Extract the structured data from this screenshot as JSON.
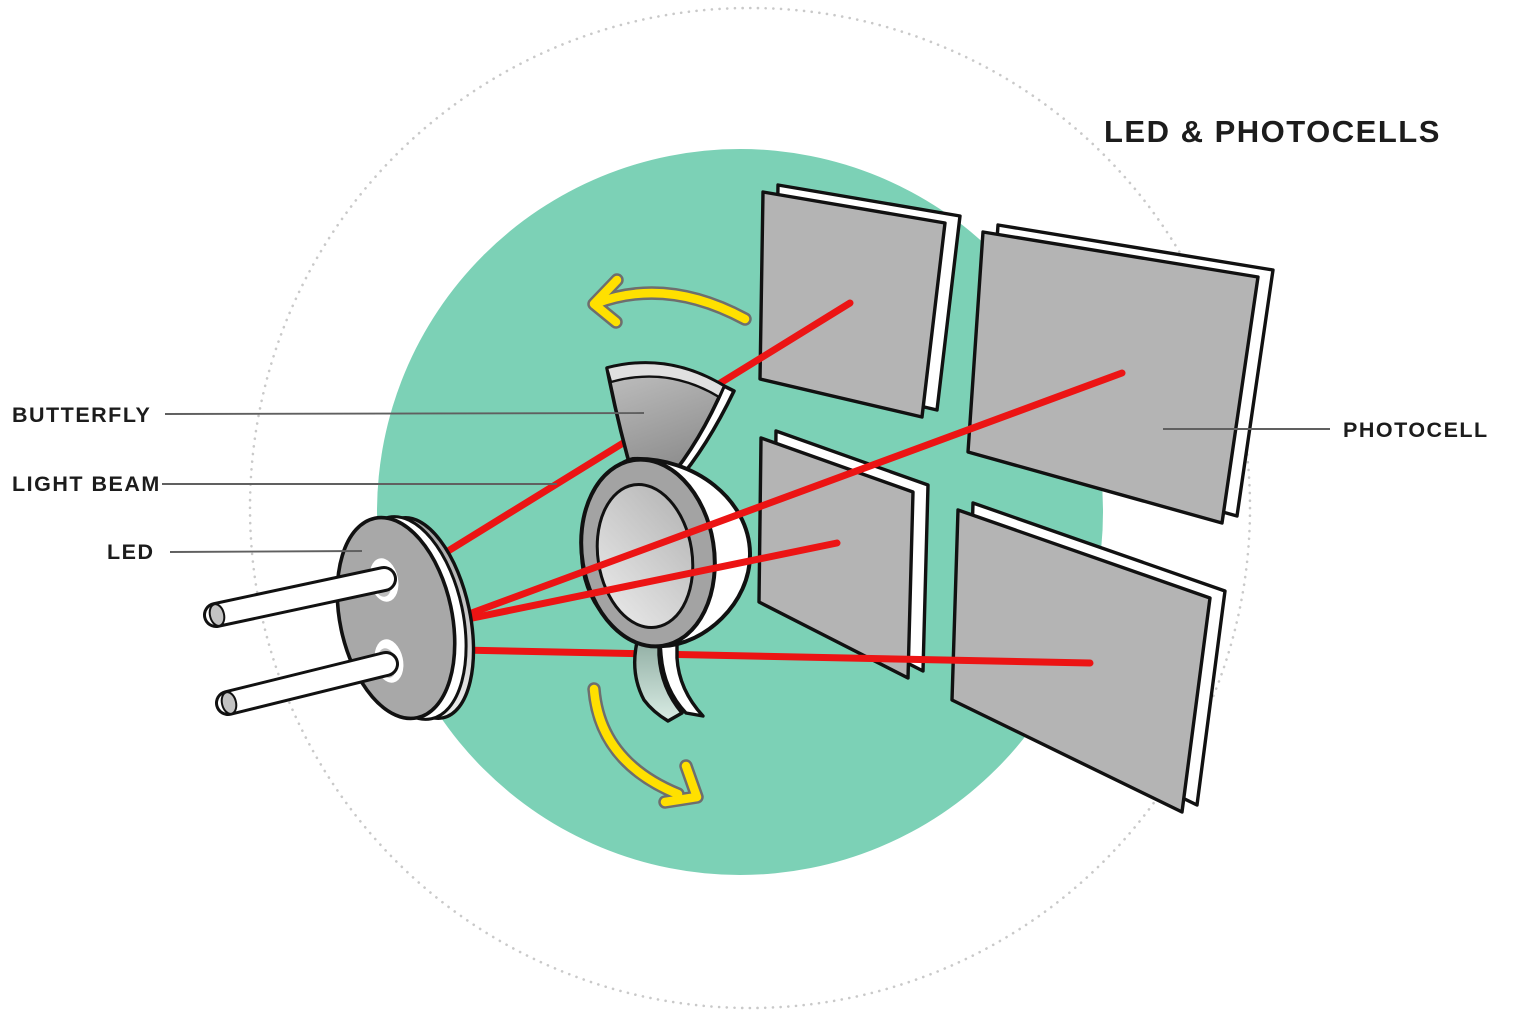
{
  "title": "LED & PHOTOCELLS",
  "labels": {
    "butterfly": "BUTTERFLY",
    "light_beam": "LIGHT BEAM",
    "led": "LED",
    "photocell": "PHOTOCELL"
  },
  "icons": {
    "rotation_top": "curved-arrow-counterclockwise",
    "rotation_bottom": "curved-arrow-clockwise"
  },
  "colors": {
    "teal_circle": "#7cd1b6",
    "dotted_circle": "#c9c9c9",
    "beam_red": "#ec1414",
    "arrow_yellow": "#ffe000",
    "arrow_casing": "#6e6e6e",
    "panel_gray": "#b4b4b4",
    "panel_edge_white": "#ffffff",
    "outline_black": "#111111",
    "leader_gray": "#606060",
    "label_text": "#1c1c1c"
  },
  "diagram": {
    "photocell_count": 4,
    "light_beam_count": 4
  }
}
